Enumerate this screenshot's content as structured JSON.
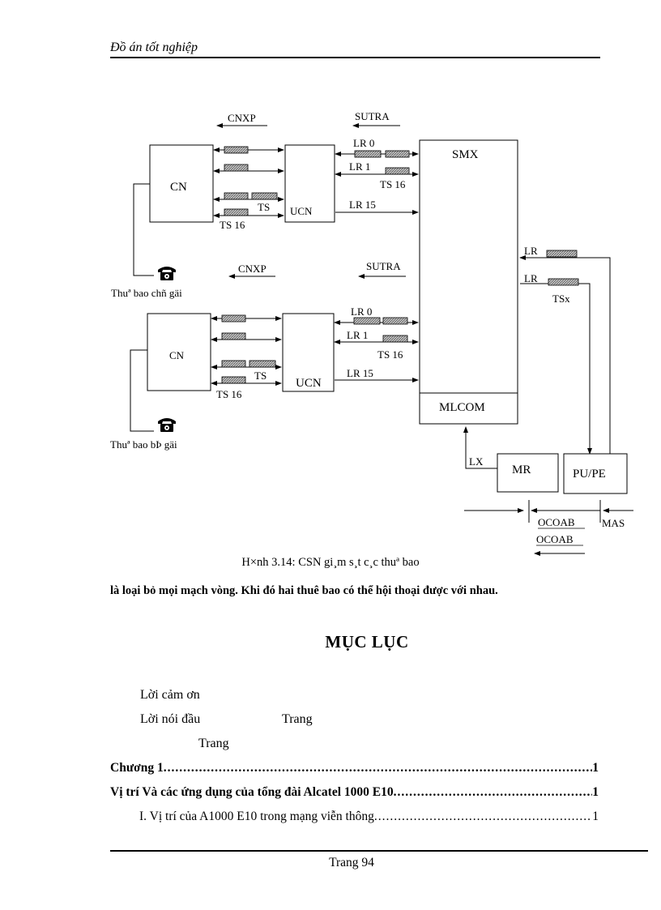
{
  "header": {
    "title": "Đồ án tốt nghiệp"
  },
  "diagram": {
    "labels": {
      "cnxp": "CNXP",
      "sutra": "SUTRA",
      "cn": "CN",
      "ucn": "UCN",
      "smx": "SMX",
      "mlcom": "MLCOM",
      "mr": "MR",
      "pupe": "PU/PE",
      "lr0": "LR 0",
      "lr1": "LR 1",
      "lr15": "LR 15",
      "lr": "LR",
      "ts": "TS",
      "ts16": "TS 16",
      "tsx": "TSx",
      "lx": "LX",
      "ocoab": "OCOAB",
      "mas": "MAS",
      "sub_calling": "Thuª bao chñ gäi",
      "sub_called": "Thuª bao bÞ gäi"
    },
    "caption": "H×nh 3.14: CSN gi¸m s¸t c¸c thuª bao"
  },
  "body": {
    "paragraph": "là loại bỏ mọi mạch vòng. Khi đó hai thuê bao có thể hội thoại được với nhau."
  },
  "toc": {
    "title": "MỤC LỤC",
    "entries": {
      "thanks": "Lời cảm ơn",
      "preface": "Lời nói đầu",
      "trang_inline": "Trang",
      "trang_line": "Trang",
      "chapter1": "Chương 1",
      "chapter1_page": "1",
      "section_title": "Vị trí Và các ứng dụng của tổng đài Alcatel 1000 E10",
      "section_title_page": "1",
      "subsection": "I. Vị trí của A1000  E10 trong mạng viễn thông",
      "subsection_page": "1"
    }
  },
  "footer": {
    "label": "Trang",
    "page_number": "94"
  }
}
